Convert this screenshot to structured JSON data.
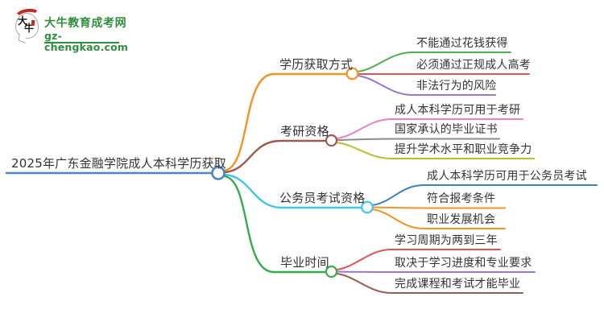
{
  "logo": {
    "mark_top_char": "大",
    "mark_bottom_char": "牛",
    "site_name": "大牛教育成考网",
    "site_url": "gz-chengkao.com",
    "brand_green": "#2f8f3c",
    "brand_red": "#c5281c"
  },
  "mindmap": {
    "text_color": "#333333",
    "root": {
      "label": "2025年广东金融学院成人本科学历获取",
      "color": "#4a86c6"
    },
    "branches": [
      {
        "label": "学历获取方式",
        "color": "#f39320",
        "children": [
          {
            "text": "不能通过花钱获得",
            "color": "#4cb050"
          },
          {
            "text": "必须通过正规成人高考",
            "color": "#e05452"
          },
          {
            "text": "非法行为的风险",
            "color": "#9a76d1"
          }
        ]
      },
      {
        "label": "考研资格",
        "color": "#9d5a4f",
        "children": [
          {
            "text": "成人本科学历可用于考研",
            "color": "#f07ec5"
          },
          {
            "text": "国家承认的毕业证书",
            "color": "#8c8c8c"
          },
          {
            "text": "提升学术水平和职业竞争力",
            "color": "#bcbd2c"
          }
        ]
      },
      {
        "label": "公务员考试资格",
        "color": "#3fc6e8",
        "children": [
          {
            "text": "成人本科学历可用于公务员考试",
            "color": "#3b7fc4"
          },
          {
            "text": "符合报考条件",
            "color": "#f39320"
          },
          {
            "text": "职业发展机会",
            "color": "#f39320"
          }
        ]
      },
      {
        "label": "毕业时间",
        "color": "#33ad4a",
        "children": [
          {
            "text": "学习周期为两到三年",
            "color": "#e05452"
          },
          {
            "text": "取决于学习进度和专业要求",
            "color": "#9a76d1"
          },
          {
            "text": "完成课程和考试才能毕业",
            "color": "#9d5a4f"
          }
        ]
      }
    ]
  }
}
